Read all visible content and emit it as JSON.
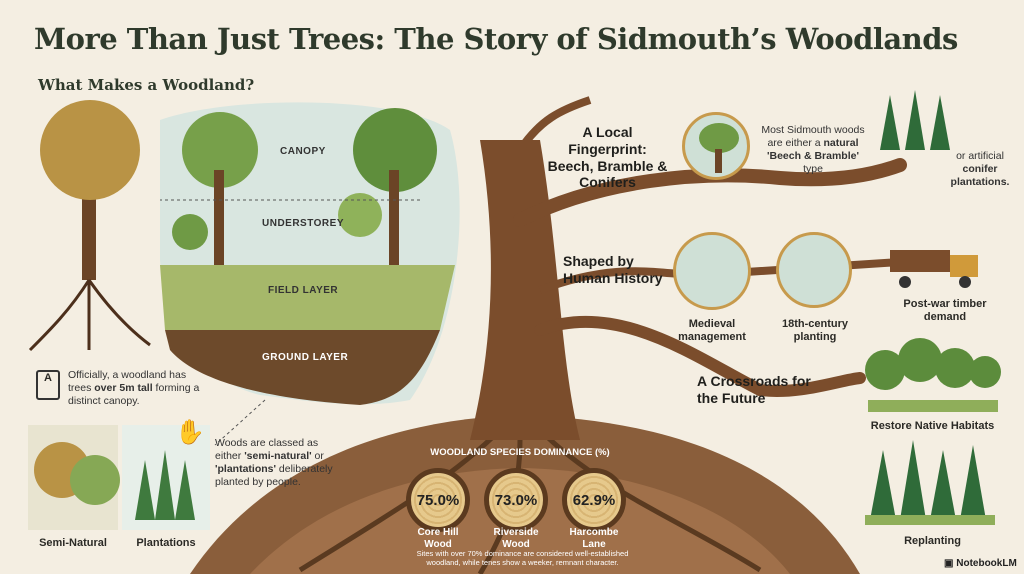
{
  "title": "More Than Just Trees: The Story of Sidmouth’s Woodlands",
  "subtitle": "What Makes a Woodland?",
  "layers": [
    "CANOPY",
    "UNDERSTOREY",
    "FIELD LAYER",
    "GROUND LAYER"
  ],
  "definition": {
    "pre": "Officially, a woodland has trees ",
    "bold": "over 5m tall",
    "post": " forming a distinct canopy."
  },
  "classification": {
    "p1": "Woods are classed as either ",
    "b1": "'semi-natural'",
    "p2": " or ",
    "b2": "'plantations'",
    "p3": " deliberately planted by people."
  },
  "types": [
    "Semi-Natural",
    "Plantations"
  ],
  "fingerprint": {
    "heading": "A Local Fingerprint: Beech, Bramble & Conifers",
    "note_pre": "Most Sidmouth woods are either a ",
    "note_bold": "natural 'Beech & Bramble'",
    "note_post": " type",
    "note2_pre": "or artificial ",
    "note2_bold": "conifer plantations."
  },
  "history": {
    "heading": "Shaped by Human History",
    "items": [
      "Medieval management",
      "18th-century planting",
      "Post-war timber demand"
    ]
  },
  "future": {
    "heading": "A Crossroads for the Future",
    "items": [
      "Restore Native Habitats",
      "Replanting"
    ]
  },
  "dominance": {
    "title": "WOODLAND SPECIES DOMINANCE (%)",
    "sites": [
      {
        "name": "Core Hill Wood",
        "value": "75.0%"
      },
      {
        "name": "Riverside Wood",
        "value": "73.0%"
      },
      {
        "name": "Harcombe Lane",
        "value": "62.9%"
      }
    ],
    "note": "Sites with over 70% dominance are considered well-established woodland, while tenes show a weeker, remnant character."
  },
  "brand": "NotebookLM"
}
